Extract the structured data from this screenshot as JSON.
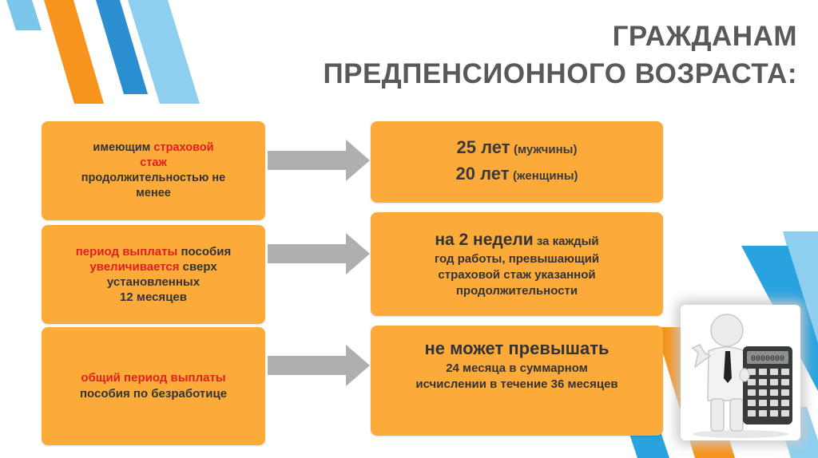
{
  "title": {
    "line1": "ГРАЖДАНАМ",
    "line2": "ПРЕДПЕНСИОННОГО ВОЗРАСТА:"
  },
  "rows": [
    {
      "left": {
        "prefix": "имеющим ",
        "highlight": "страховой",
        "highlight2": "стаж",
        "rest1": "продолжительностью не",
        "rest2": "менее"
      },
      "right": {
        "line1_big": "25 лет",
        "line1_small": "(мужчины)",
        "line2_big": "20 лет",
        "line2_small": "(женщины)"
      }
    },
    {
      "left": {
        "highlight": "период выплаты",
        "after": " пособия",
        "highlight2": "увеличивается",
        "after2": " сверх",
        "line3": "установленных",
        "line4": "12 месяцев"
      },
      "right": {
        "big": "на 2 недели",
        "small": "за каждый",
        "line2": "год работы, превышающий",
        "line3": "страховой стаж указанной",
        "line4": "продолжительности"
      }
    },
    {
      "left": {
        "highlight": "общий период выплаты",
        "line2": "пособия по безработице"
      },
      "right": {
        "big": "не может превышать",
        "line2": "24 месяца в суммарном",
        "line3": "исчислении в течение 36 месяцев"
      }
    }
  ],
  "illustration": {
    "icon": "businessman-with-calculator-icon",
    "calculator_display": "0000000"
  },
  "colors": {
    "box_orange": "#FCAB3A",
    "accent_blue": "#29A3E0",
    "accent_orange": "#F7941D",
    "highlight_red": "#E02020",
    "title_gray": "#595959",
    "arrow_gray": "#AFAFAF"
  }
}
